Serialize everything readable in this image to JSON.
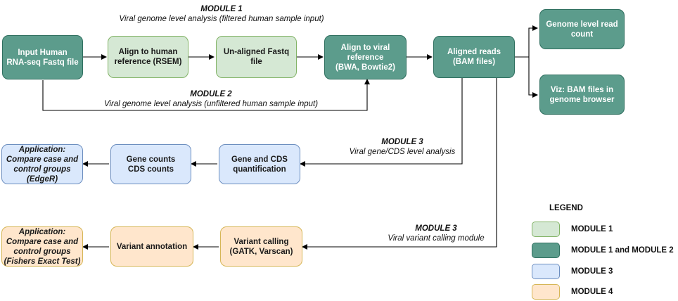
{
  "module_labels": {
    "m1": {
      "title": "MODULE 1",
      "subtitle": "Viral genome level analysis (filtered human sample input)"
    },
    "m2": {
      "title": "MODULE 2",
      "subtitle": "Viral genome level analysis (unfiltered human sample input)"
    },
    "m3a": {
      "title": "MODULE 3",
      "subtitle": "Viral gene/CDS level analysis"
    },
    "m3b": {
      "title": "MODULE 3",
      "subtitle": "Viral variant calling module"
    }
  },
  "nodes": {
    "input_fastq": "Input Human\nRNA-seq Fastq file",
    "align_human": "Align to human\nreference (RSEM)",
    "unaligned_fastq": "Un-aligned Fastq\nfile",
    "align_viral": "Align to viral\nreference\n(BWA, Bowtie2)",
    "aligned_reads": "Aligned reads\n(BAM files)",
    "genome_count": "Genome level read\ncount",
    "viz_bam": "Viz: BAM files in\ngenome browser",
    "gene_cds_quant": "Gene and CDS\nquantification",
    "gene_counts": "Gene counts\nCDS counts",
    "app_edger": {
      "title": "Application:",
      "body": "Compare case and\ncontrol groups\n(EdgeR)"
    },
    "variant_calling": "Variant calling\n(GATK, Varscan)",
    "variant_annotation": "Variant annotation",
    "app_fisher": {
      "title": "Application:",
      "body": "Compare case and\ncontrol groups\n(Fishers Exact Test)"
    }
  },
  "legend": {
    "title": "LEGEND",
    "items": [
      {
        "label": "MODULE 1",
        "fill": "#d5e8d4",
        "stroke": "#82b366"
      },
      {
        "label": "MODULE 1 and MODULE 2",
        "fill": "#5c9c8c",
        "stroke": "#2f6f5f"
      },
      {
        "label": "MODULE 3",
        "fill": "#dae8fc",
        "stroke": "#6c8ebf"
      },
      {
        "label": "MODULE 4",
        "fill": "#ffe6cc",
        "stroke": "#d6b656"
      }
    ]
  }
}
